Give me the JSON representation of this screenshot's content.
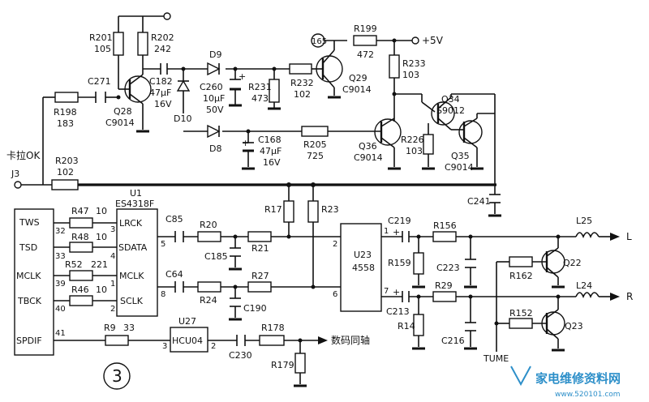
{
  "labels": {
    "R201": "R201",
    "R201v": "105",
    "R202": "R202",
    "R202v": "242",
    "C271": "C271",
    "R198": "R198",
    "R198v": "183",
    "C182": "C182",
    "C182v": "47μF",
    "C182v2": "16V",
    "Q28": "Q28",
    "Q28t": "C9014",
    "D9": "D9",
    "D10": "D10",
    "D8": "D8",
    "C260": "C260",
    "C260v": "10μF",
    "C260v2": "50V",
    "R231": "R231",
    "R231v": "473",
    "R232": "R232",
    "R232v": "102",
    "N165": "165",
    "R199": "R199",
    "R199v": "472",
    "V5": "+5V",
    "R233": "R233",
    "R233v": "103",
    "Q29": "Q29",
    "Q29t": "C9014",
    "Q34": "Q34",
    "Q34t": "S9012",
    "R226": "R226",
    "R226v": "103",
    "Q35": "Q35",
    "Q35t": "C9014",
    "Q36": "Q36",
    "Q36t": "C9014",
    "C168": "C168",
    "C168v": "47μF",
    "C168v2": "16V",
    "R205": "R205",
    "R205v": "725",
    "karaoke": "卡拉OK",
    "J3": "J3",
    "R203": "R203",
    "R203v": "102",
    "U1": "U1",
    "U1t": "ES4318F",
    "C241": "C241",
    "R17": "R17",
    "R23": "R23",
    "TWS": "TWS",
    "TSD": "TSD",
    "MCLK": "MCLK",
    "TBCK": "TBCK",
    "SPDIF": "SPDIF",
    "R47": "R47",
    "R47v": "10",
    "R48": "R48",
    "R48v": "10",
    "R52": "R52",
    "R52v": "221",
    "R46": "R46",
    "R46v": "10",
    "p32": "32",
    "p33": "33",
    "p39": "39",
    "p40": "40",
    "p41": "41",
    "p3": "3",
    "p4": "4",
    "p1": "1",
    "p2": "2",
    "LRCK": "LRCK",
    "SDATA": "SDATA",
    "MCLKi": "MCLK",
    "SCLK": "SCLK",
    "C85": "C85",
    "pin5": "5",
    "R20": "R20",
    "C185": "C185",
    "R21": "R21",
    "C64": "C64",
    "pin8": "8",
    "R24": "R24",
    "C190": "C190",
    "R27": "R27",
    "U23": "U23",
    "U23t": "4558",
    "u2": "2",
    "u6": "6",
    "u1": "1",
    "u7": "7",
    "C219": "C219",
    "R156": "R156",
    "R159": "R159",
    "C223": "C223",
    "L25": "L25",
    "Lout": "L",
    "Q22": "Q22",
    "R162": "R162",
    "C213": "C213",
    "R29": "R29",
    "R14": "R14",
    "C216": "C216",
    "L24": "L24",
    "Rout": "R",
    "R152": "R152",
    "Q23": "Q23",
    "TUME": "TUME",
    "R9": "R9",
    "R9v": "33",
    "U27": "U27",
    "U27t": "HCU04",
    "u27p3": "3",
    "u27p2": "2",
    "C230": "C230",
    "R178": "R178",
    "R179": "R179",
    "digital": "数码同轴",
    "fig": "3",
    "plus": "+"
  },
  "watermark": {
    "text": "家电维修资料网",
    "url": "www.520101.com",
    "color": "#2d8fc9"
  }
}
